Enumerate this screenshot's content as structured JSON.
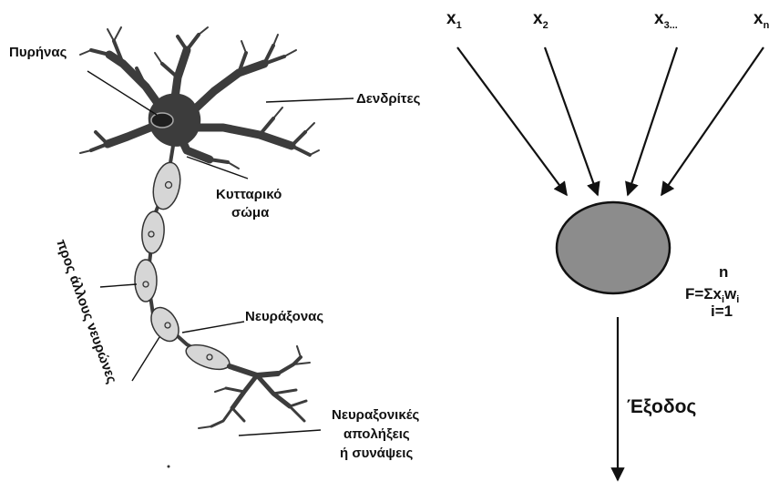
{
  "neuron": {
    "labels": {
      "nucleus": "Πυρήνας",
      "dendrites": "Δενδρίτες",
      "cell_body_line1": "Κυτταρικό",
      "cell_body_line2": "σώμα",
      "to_other_neurons": "προς άλλους νευρώνες",
      "axon": "Νευράξονας",
      "terminals_line1": "Νευραξονικές",
      "terminals_line2": "απολήξεις",
      "terminals_line3": "ή συνάψεις"
    }
  },
  "perceptron": {
    "inputs": [
      {
        "base": "x",
        "sub": "1"
      },
      {
        "base": "x",
        "sub": "2"
      },
      {
        "base": "x",
        "sub": "3..."
      },
      {
        "base": "x",
        "sub": "n"
      }
    ],
    "formula": {
      "upper_limit": "n",
      "lhs": "F=",
      "sigma": "Σ",
      "x": "x",
      "x_sub": "i",
      "w": "w",
      "w_sub": "i",
      "lower_limit": "i=1"
    },
    "output_label": "Έξοδος",
    "node_color": "#8c8c8c"
  }
}
